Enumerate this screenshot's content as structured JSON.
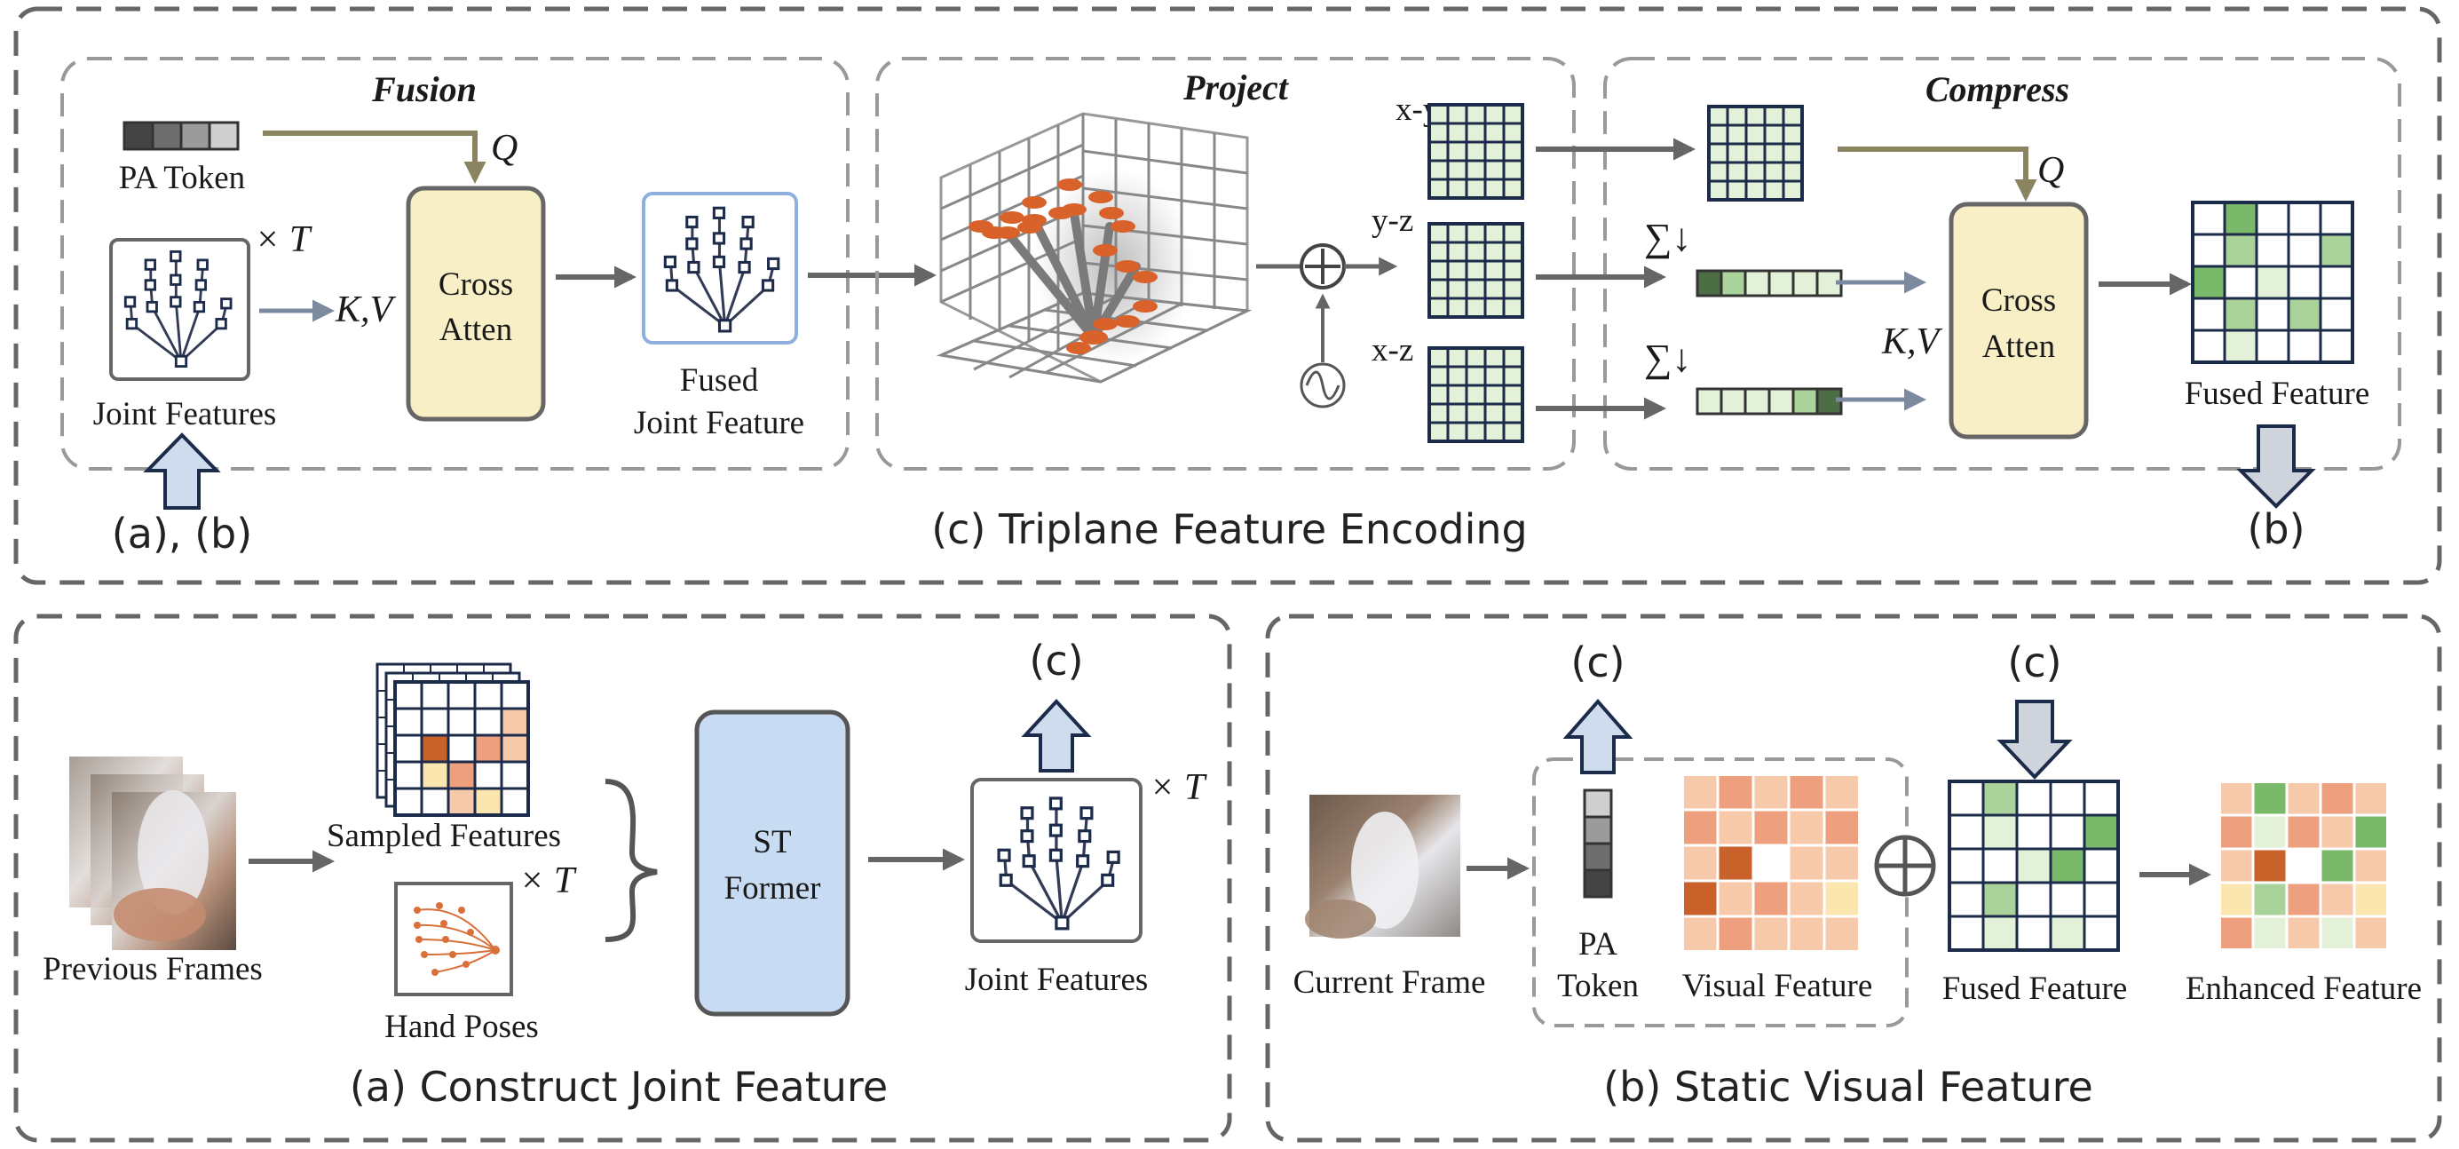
{
  "panels": {
    "triplane": {
      "caption": "(c) Triplane Feature Encoding",
      "fusion": {
        "title": "Fusion",
        "pa_token": "PA  Token",
        "times_t": "× T",
        "joint_features": "Joint Features",
        "kv": "K,V",
        "q": "Q",
        "cross_atten_line1": "Cross",
        "cross_atten_line2": "Atten",
        "fused_line1": "Fused",
        "fused_line2": "Joint Feature",
        "input_label": "(a), (b)"
      },
      "project": {
        "title": "Project",
        "plane_xy": "x-y",
        "plane_yz": "y-z",
        "plane_xz": "x-z"
      },
      "compress": {
        "title": "Compress",
        "q": "Q",
        "sum1": "∑↓",
        "sum2": "∑↓",
        "kv": "K,V",
        "cross_atten_line1": "Cross",
        "cross_atten_line2": "Atten",
        "fused_feature": "Fused Feature",
        "output_label": "(b)"
      }
    },
    "construct": {
      "caption": "(a) Construct Joint Feature",
      "previous_frames": "Previous Frames",
      "sampled_features": "Sampled Features",
      "hand_poses": "Hand Poses",
      "times_t": "× T",
      "st_former_line1": "ST",
      "st_former_line2": "Former",
      "output_label": "(c)",
      "joint_features": "Joint Features",
      "joint_times_t": "× T"
    },
    "static_visual": {
      "caption": "(b) Static Visual Feature",
      "current_frame": "Current Frame",
      "pa_line1": "PA",
      "pa_line2": "Token",
      "visual_feature": "Visual Feature",
      "fused_feature": "Fused Feature",
      "enhanced_feature": "Enhanced Feature",
      "pa_output_label": "(c)",
      "fused_input_label": "(c)"
    }
  },
  "colors": {
    "dash_border": "#666666",
    "cross_atten_fill": "#f8efc6",
    "st_former_fill": "#c7dbf3",
    "grid_line": "#1d2b4a",
    "green_light": "#e4f1d9",
    "green_mid": "#a9d39b",
    "green_dark": "#7ab86a",
    "orange_dark": "#c9622a",
    "orange_mid": "#eea07e",
    "orange_light": "#f7c9ab",
    "arrow_gray": "#666666",
    "arrow_olive": "#8a8560",
    "block_arrow_fill": "#cfdcee"
  }
}
